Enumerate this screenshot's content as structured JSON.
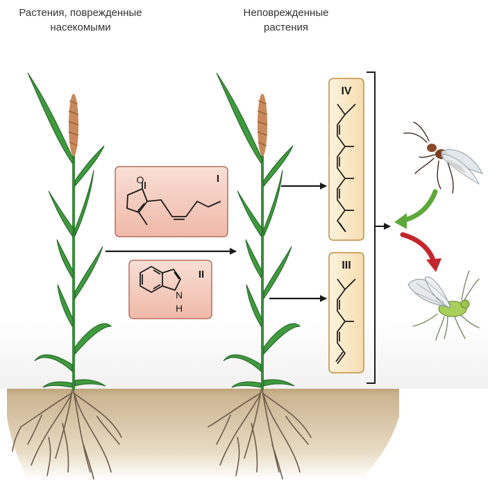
{
  "titles": {
    "damaged": [
      "Растения, поврежденные",
      "насекомыми"
    ],
    "undamaged": [
      "Неповрежденные",
      "растения"
    ]
  },
  "compounds": {
    "I": {
      "label": "I",
      "ketone_atom": "O"
    },
    "II": {
      "label": "II",
      "amine_atom": "N",
      "amine_h": "H"
    },
    "IV": {
      "label": "IV"
    },
    "III": {
      "label": "III"
    }
  },
  "insects": {
    "top": "wasp-icon",
    "bottom": "aphid-icon"
  },
  "colors": {
    "signal_box_fill": "#f6d0c4",
    "signal_box_border": "#b56b5e",
    "terpene_box_fill": "#fbebc9",
    "terpene_box_border": "#c08b3f",
    "attract_arrow": "#5ea83a",
    "repel_arrow": "#c4262e",
    "leaf_green": "#2f7d32",
    "soil": "#cbb592"
  }
}
